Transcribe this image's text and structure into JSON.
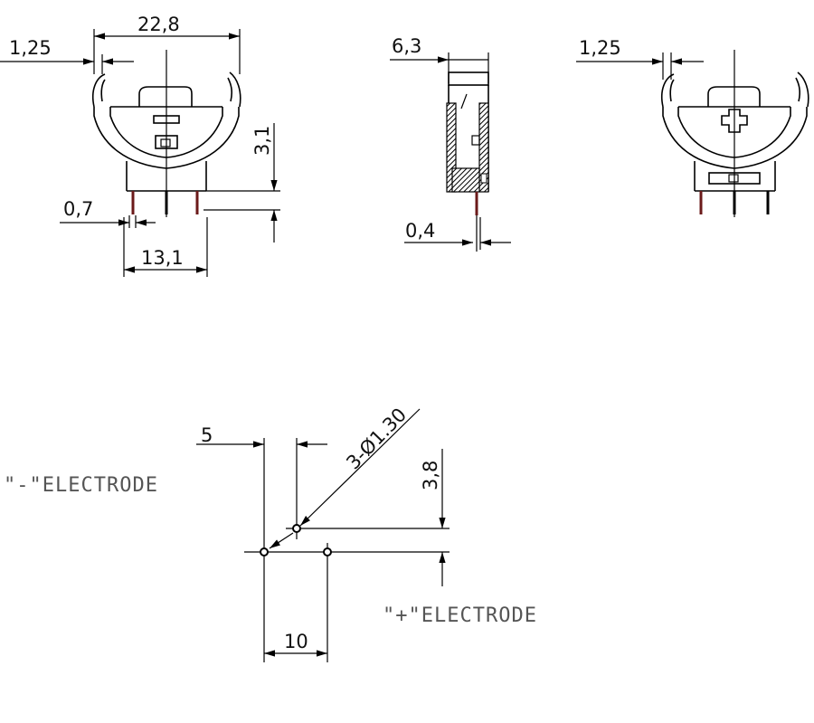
{
  "dimensions": {
    "width_total": "22,8",
    "clip_offset_left": "1,25",
    "pin_width": "0,7",
    "height_offset": "3,1",
    "pin_span": "13,1",
    "side_thickness": "6,3",
    "side_pin": "0,4",
    "clip_offset_right": "1,25",
    "pitch_vertical": "5",
    "hole_spec": "3-Ø1.30",
    "offset_vertical": "3,8",
    "pitch_horizontal": "10"
  },
  "labels": {
    "negative_electrode": "\"-\"ELECTRODE",
    "positive_electrode": "\"+\"ELECTRODE"
  },
  "colors": {
    "line": "#000000",
    "pin": "#6b1a1a",
    "label": "#555555"
  }
}
